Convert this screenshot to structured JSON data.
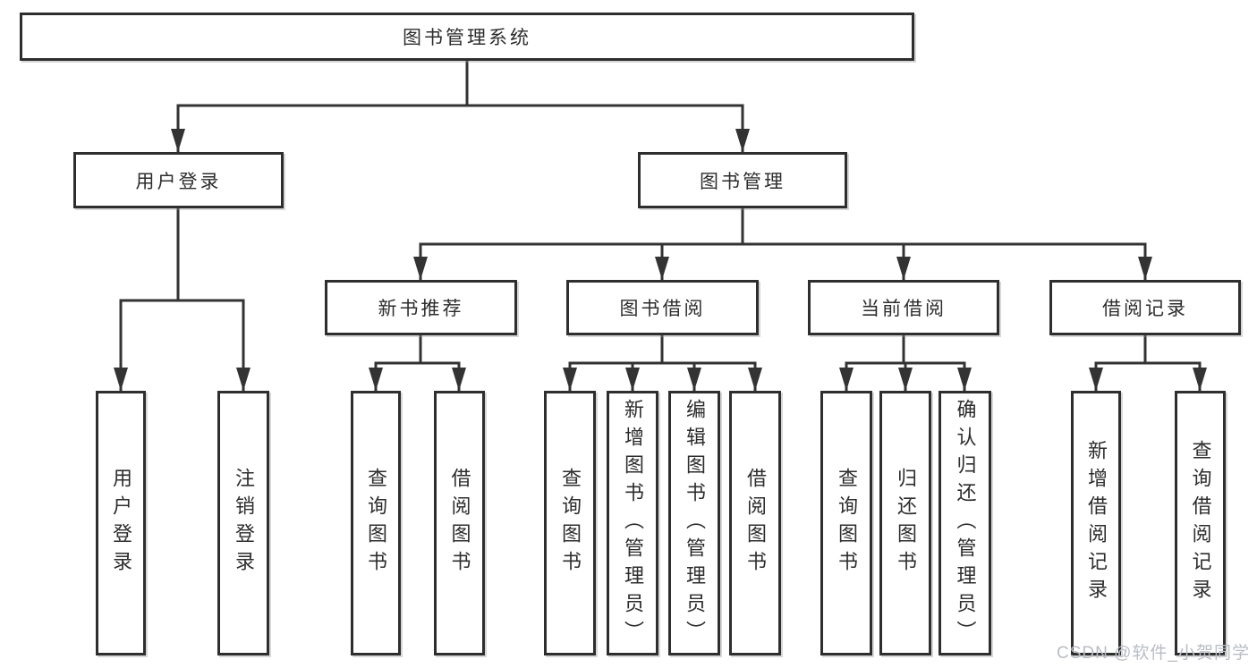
{
  "diagram": {
    "root": {
      "label": "图书管理系统"
    },
    "level2": {
      "user_login": "用户登录",
      "book_management": "图书管理"
    },
    "level3": {
      "new_book": "新书推荐",
      "book_borrow": "图书借阅",
      "current_borrow": "当前借阅",
      "borrow_records": "借阅记录"
    },
    "leaves": {
      "user_login": [
        "用户登录",
        "注销登录"
      ],
      "new_book": [
        "查询图书",
        "借阅图书"
      ],
      "book_borrow": [
        "查询图书",
        "新增图书（管理员）",
        "编辑图书（管理员）",
        "借阅图书"
      ],
      "current_borrow": [
        "查询图书",
        "归还图书",
        "确认归还（管理员）"
      ],
      "borrow_records": [
        "新增借阅记录",
        "查询借阅记录"
      ]
    },
    "watermark": "CSDN @软件_小贺同学",
    "colors": {
      "line": "#333333",
      "text": "#2d2d2d",
      "background": "#ffffff",
      "watermark": "#b9bdc4"
    }
  }
}
